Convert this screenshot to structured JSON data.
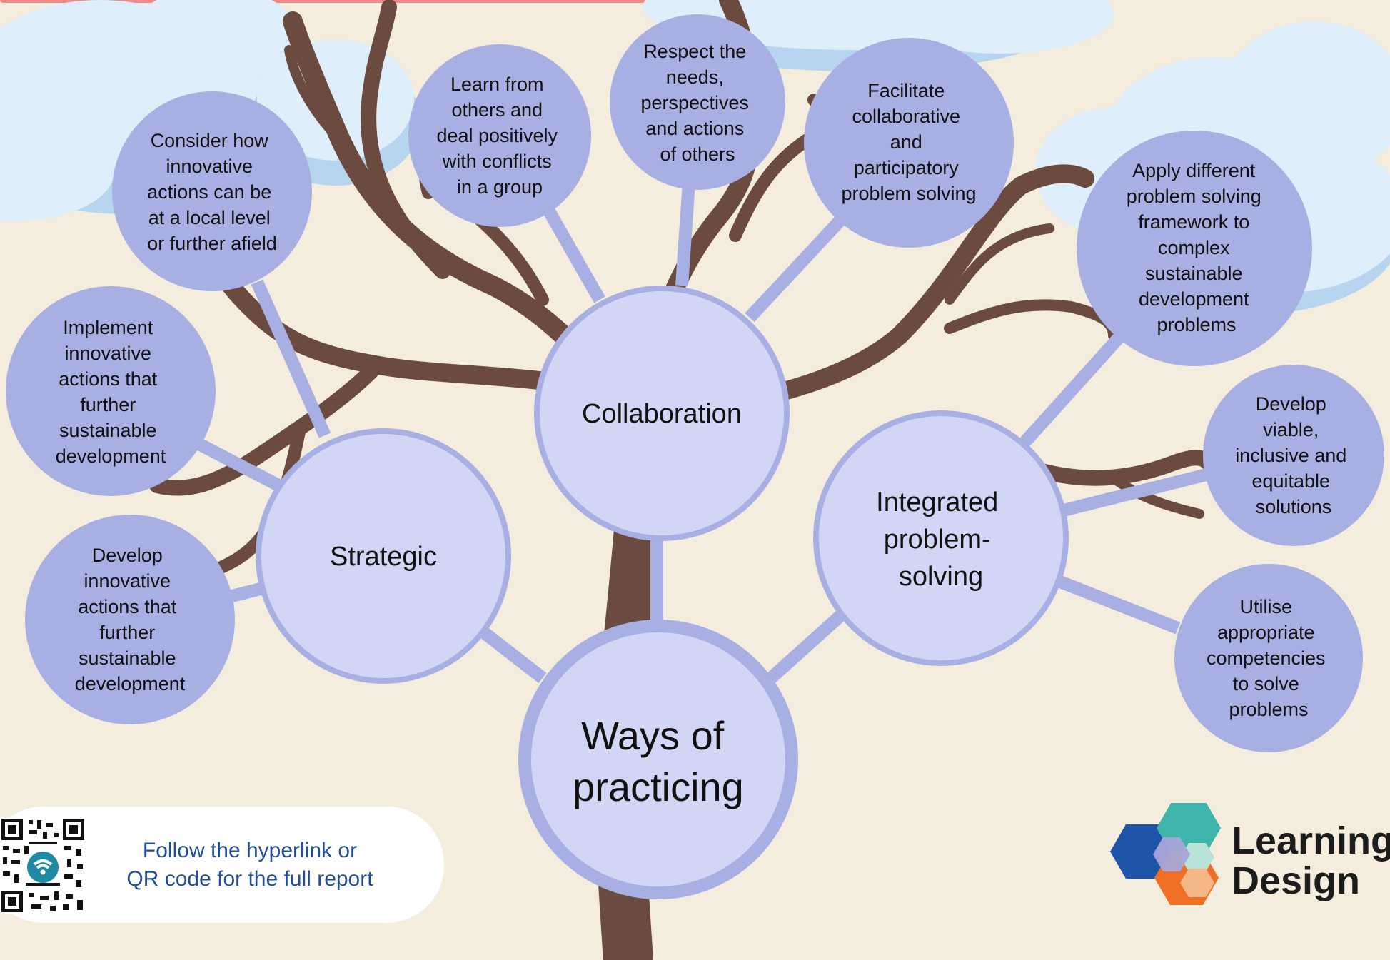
{
  "colors": {
    "background": "#f4ecdc",
    "cloud": "#deeefb",
    "cloud_shadow": "#b7d5ef",
    "branch": "#6b4a3f",
    "main_circle": "#d1d6f5",
    "main_circle_border": "#a8afe3",
    "leaf_circle": "#a8afe3",
    "connector": "#a8afe3",
    "footer_text": "#1f4e9a"
  },
  "center": {
    "lines": [
      "Ways of",
      "practicing"
    ]
  },
  "hubs": {
    "strategic": {
      "lines": [
        "Strategic"
      ]
    },
    "collaboration": {
      "lines": [
        "Collaboration"
      ]
    },
    "integrated": {
      "lines": [
        "Integrated",
        "problem-",
        "solving"
      ]
    }
  },
  "leaves": {
    "consider": {
      "lines": [
        "Consider how",
        "innovative",
        "actions can be",
        "at a local level",
        "or further afield"
      ]
    },
    "implement": {
      "lines": [
        "Implement",
        "innovative",
        "actions that",
        "further",
        "sustainable",
        "development"
      ]
    },
    "develop_innovative": {
      "lines": [
        "Develop",
        "innovative",
        "actions that",
        "further",
        "sustainable",
        "development"
      ]
    },
    "learn": {
      "lines": [
        "Learn from",
        "others and",
        "deal positively",
        "with conflicts",
        "in a group"
      ]
    },
    "respect": {
      "lines": [
        "Respect the",
        "needs,",
        "perspectives",
        "and actions",
        "of others"
      ]
    },
    "facilitate": {
      "lines": [
        "Facilitate",
        "collaborative",
        "and",
        "participatory",
        "problem solving"
      ]
    },
    "apply": {
      "lines": [
        "Apply different",
        "problem solving",
        "framework to",
        "complex",
        "sustainable",
        "development",
        "problems"
      ]
    },
    "develop_viable": {
      "lines": [
        "Develop",
        "viable,",
        "inclusive and",
        "equitable",
        "solutions"
      ]
    },
    "utilise": {
      "lines": [
        "Utilise",
        "appropriate",
        "competencies",
        "to solve",
        "problems"
      ]
    }
  },
  "footer": {
    "line1": "Follow the hyperlink or",
    "line2": "QR code for the full report"
  },
  "logo": {
    "line1": "Learning",
    "line2": "Design"
  }
}
